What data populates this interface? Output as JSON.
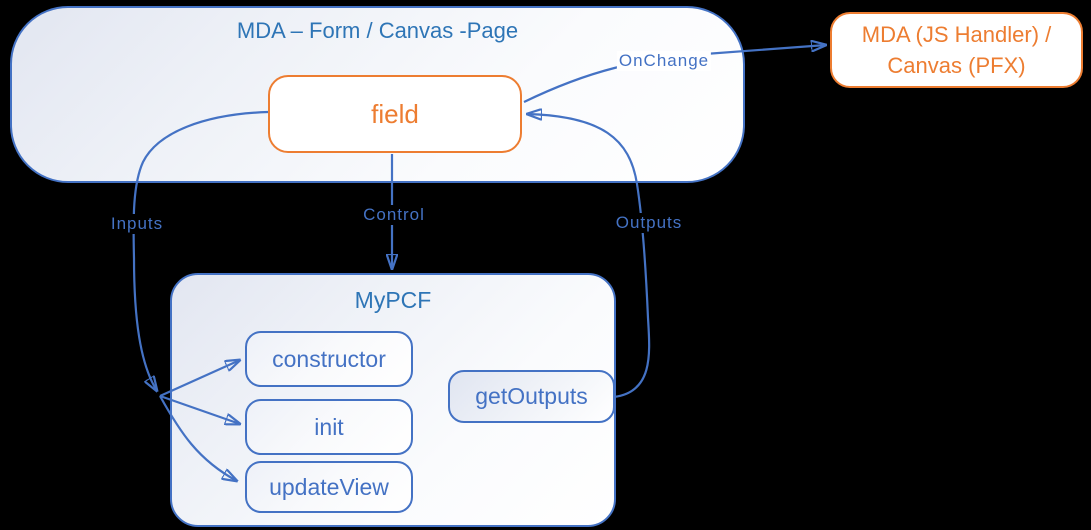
{
  "colors": {
    "connector_blue": "#4472C4",
    "title_blue": "#2E75B6",
    "accent_orange": "#ED7D31",
    "background": "#000000"
  },
  "containers": {
    "form_page": {
      "title": "MDA – Form / Canvas -Page"
    },
    "mypcf": {
      "title": "MyPCF"
    }
  },
  "nodes": {
    "field": {
      "label": "field"
    },
    "js_handler": {
      "line1": "MDA (JS Handler) /",
      "line2": "Canvas (PFX)"
    },
    "constructor": {
      "label": "constructor"
    },
    "init": {
      "label": "init"
    },
    "update_view": {
      "label": "updateView"
    },
    "get_outputs": {
      "label": "getOutputs"
    }
  },
  "arrows": {
    "inputs": {
      "label": "Inputs"
    },
    "control": {
      "label": "Control"
    },
    "outputs": {
      "label": "Outputs"
    },
    "onchange": {
      "label": "OnChange"
    }
  }
}
